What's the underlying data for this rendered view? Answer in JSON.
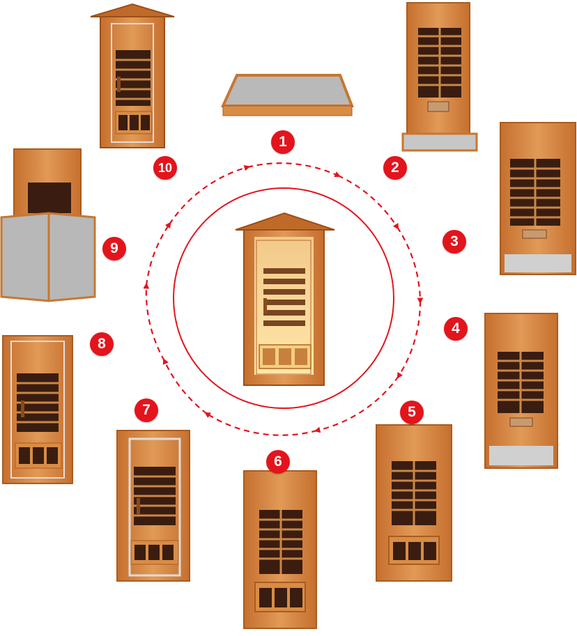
{
  "colors": {
    "wood": "#d4843f",
    "wood_dark": "#b25a1e",
    "wood_inner": "#e9b98a",
    "heater": "#3a1d10",
    "accent_red": "#e3141c",
    "floor_glass": "#c9c9c9"
  },
  "steps": [
    {
      "number": "1",
      "stage": "floor-base"
    },
    {
      "number": "2",
      "stage": "back-wall"
    },
    {
      "number": "3",
      "stage": "right-side-wall"
    },
    {
      "number": "4",
      "stage": "left-side-wall"
    },
    {
      "number": "5",
      "stage": "bench"
    },
    {
      "number": "6",
      "stage": "front-lower-panel"
    },
    {
      "number": "7",
      "stage": "front-frame-and-door"
    },
    {
      "number": "8",
      "stage": "roof-panel"
    },
    {
      "number": "9",
      "stage": "roof-cover"
    },
    {
      "number": "10",
      "stage": "completed-sauna"
    }
  ],
  "center_icon": "assembled-sauna-icon",
  "cycle_icon": "dashed-arrow-cycle-icon"
}
